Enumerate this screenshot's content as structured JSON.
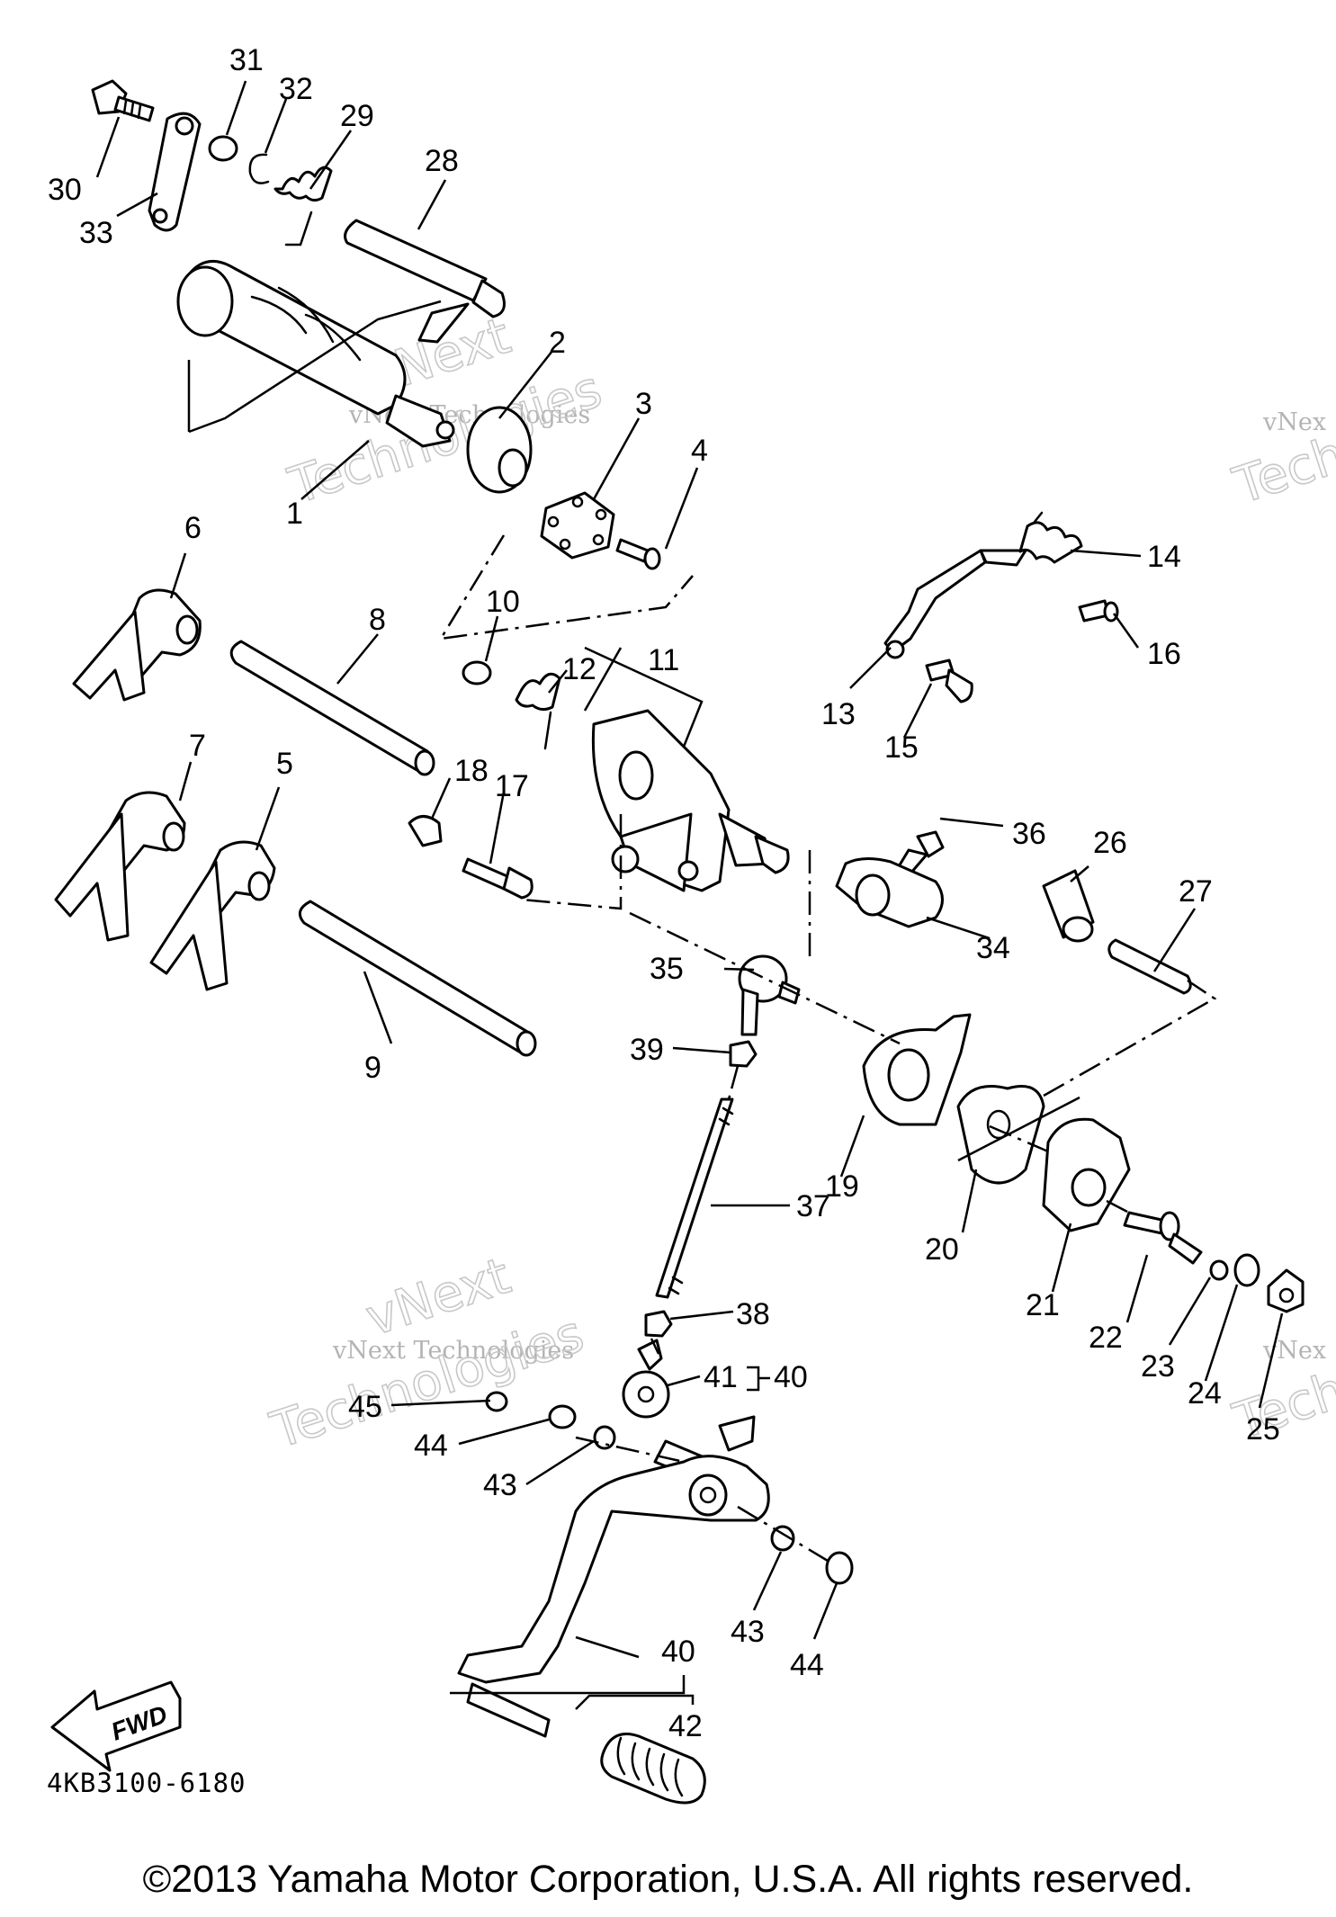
{
  "diagram": {
    "code": "4KB3100-6180",
    "copyright": "©2013 Yamaha Motor Corporation, U.S.A. All rights reserved.",
    "fwd_arrow_label": "FWD",
    "watermark": {
      "line1": "vNext",
      "line2": "Technologies",
      "line_full": "vNext Technologies",
      "corner_a": "vNex",
      "corner_b": "Tech"
    },
    "callouts": {
      "c1": "1",
      "c2": "2",
      "c3": "3",
      "c4": "4",
      "c5": "5",
      "c6": "6",
      "c7": "7",
      "c8": "8",
      "c9": "9",
      "c10": "10",
      "c11": "11",
      "c12": "12",
      "c13": "13",
      "c14": "14",
      "c15": "15",
      "c16": "16",
      "c17": "17",
      "c18": "18",
      "c19": "19",
      "c20": "20",
      "c21": "21",
      "c22": "22",
      "c23": "23",
      "c24": "24",
      "c25": "25",
      "c26": "26",
      "c27": "27",
      "c28": "28",
      "c29": "29",
      "c30": "30",
      "c31": "31",
      "c32": "32",
      "c33": "33",
      "c34": "34",
      "c35": "35",
      "c36": "36",
      "c37": "37",
      "c38": "38",
      "c39": "39",
      "c40a": "40",
      "c40b": "40",
      "c41": "41",
      "c42": "42",
      "c43a": "43",
      "c43b": "43",
      "c44a": "44",
      "c44b": "44",
      "c45": "45"
    }
  }
}
